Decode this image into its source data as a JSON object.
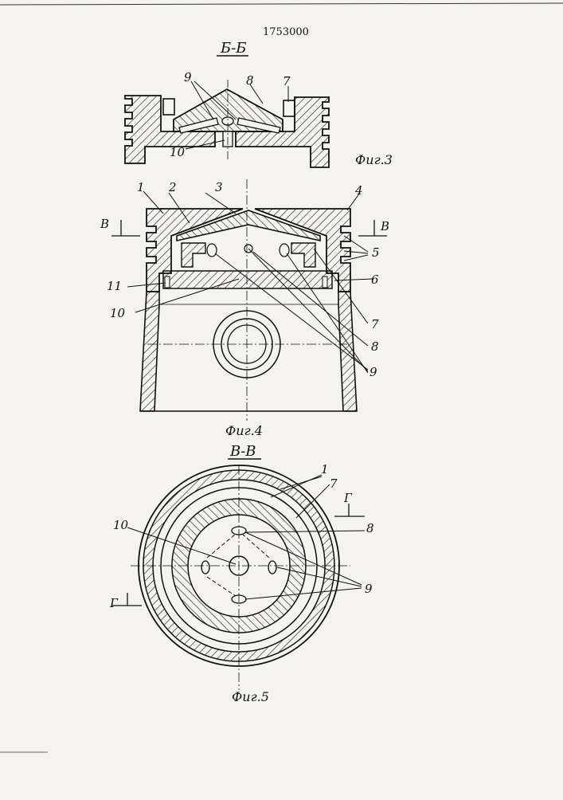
{
  "patent_number": "1753000",
  "fig3": {
    "section_title": "Б-Б",
    "caption": "Фиг.3",
    "labels": [
      "9",
      "8",
      "7",
      "10"
    ]
  },
  "fig4": {
    "caption": "Фиг.4",
    "labels": [
      "1",
      "2",
      "3",
      "4",
      "5",
      "6",
      "7",
      "8",
      "9",
      "10",
      "11"
    ],
    "cut_marks": [
      "В",
      "В"
    ]
  },
  "fig5": {
    "section_title": "В-В",
    "caption": "Фиг.5",
    "labels": [
      "1",
      "7",
      "8",
      "9",
      "10"
    ],
    "cut_marks": [
      "Г",
      "Г"
    ]
  }
}
